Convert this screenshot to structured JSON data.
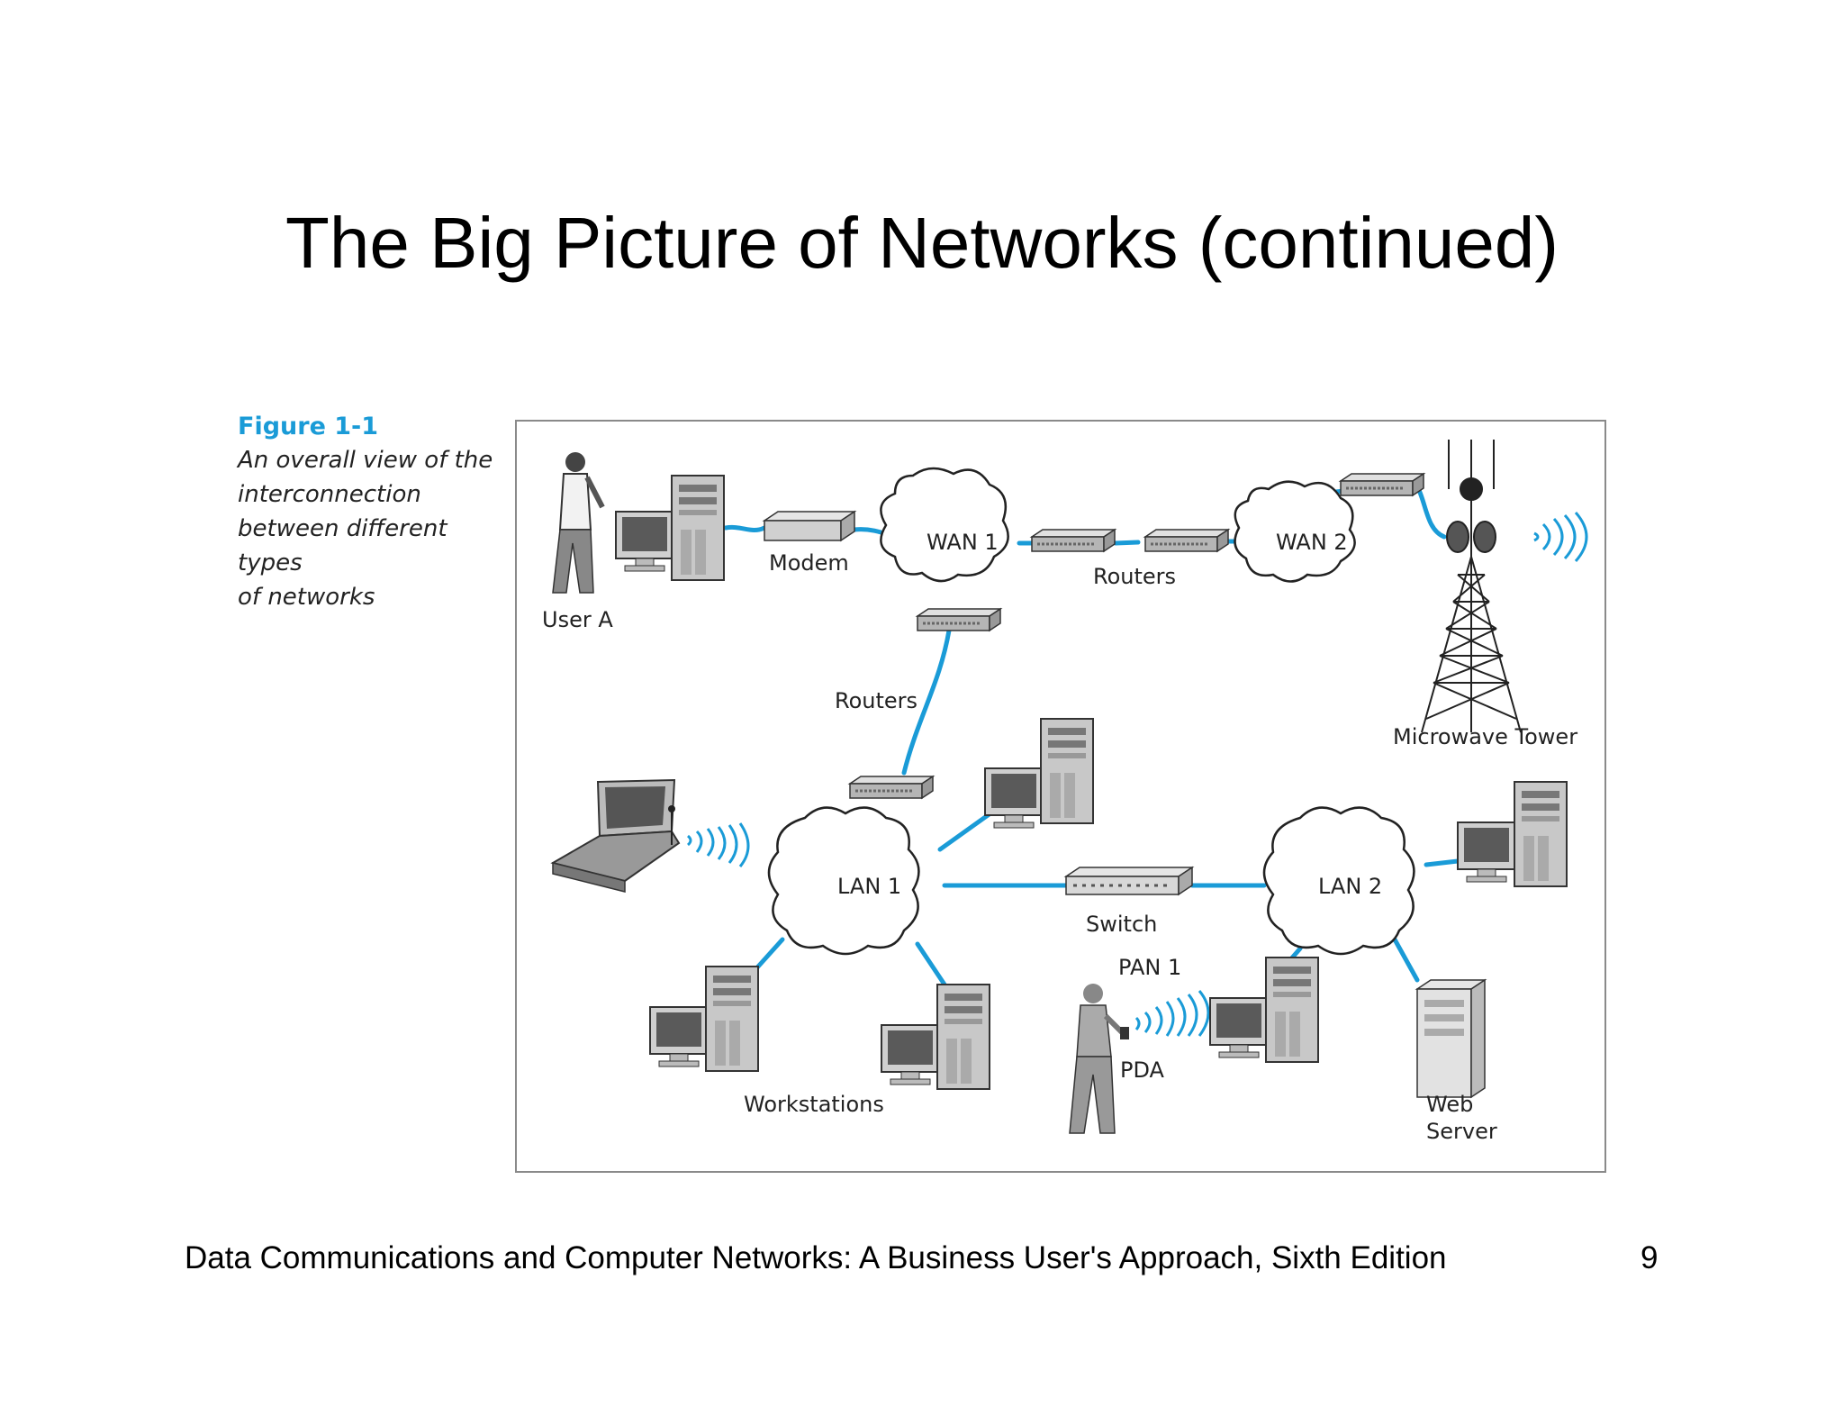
{
  "slide": {
    "title": "The Big Picture of Networks (continued)",
    "footer": "Data Communications and Computer Networks: A Business User's Approach, Sixth Edition",
    "page_number": "9"
  },
  "caption": {
    "figure_number": "Figure 1-1",
    "lines": [
      "An overall view of the",
      "interconnection",
      "between different types",
      "of networks"
    ]
  },
  "diagram": {
    "labels": {
      "user_a": "User A",
      "modem": "Modem",
      "wan1": "WAN 1",
      "wan2": "WAN 2",
      "routers_top": "Routers",
      "routers_mid": "Routers",
      "microwave_tower": "Microwave Tower",
      "lan1": "LAN 1",
      "lan2": "LAN 2",
      "switch": "Switch",
      "pan1": "PAN 1",
      "pda": "PDA",
      "workstations": "Workstations",
      "web_server_line1": "Web",
      "web_server_line2": "Server"
    },
    "colors": {
      "link": "#1a9bd7",
      "device": "#b9b9b9",
      "screen": "#555555",
      "outline": "#333333"
    }
  }
}
